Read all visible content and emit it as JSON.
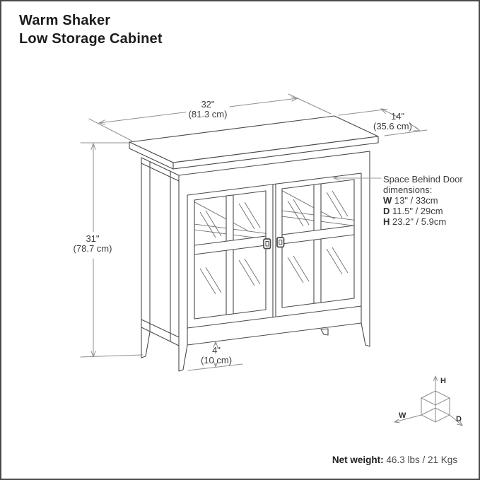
{
  "page": {
    "title_line1": "Warm Shaker",
    "title_line2": "Low Storage Cabinet"
  },
  "dimensions": {
    "width": {
      "inches": "32\"",
      "metric": "(81.3 cm)"
    },
    "depth": {
      "inches": "14\"",
      "metric": "(35.6 cm)"
    },
    "height": {
      "inches": "31\"",
      "metric": "(78.7 cm)"
    },
    "leg_height": {
      "inches": "4\"",
      "metric": "(10 cm)"
    }
  },
  "door_annotation": {
    "line1": "Space Behind Door",
    "line2": "dimensions:",
    "rows": [
      {
        "label": "W",
        "value": "13\" / 33cm"
      },
      {
        "label": "D",
        "value": "11.5\" / 29cm"
      },
      {
        "label": "H",
        "value": "23.2\" / 5.9cm"
      }
    ]
  },
  "net_weight": {
    "label": "Net weight:",
    "value": " 46.3 lbs / 21 Kgs"
  },
  "cube_axes": {
    "h": "H",
    "w": "W",
    "d": "D"
  },
  "colors": {
    "line": "#4a4a4a",
    "dim_line": "#8f8f8f",
    "text": "#3c3c3c"
  }
}
